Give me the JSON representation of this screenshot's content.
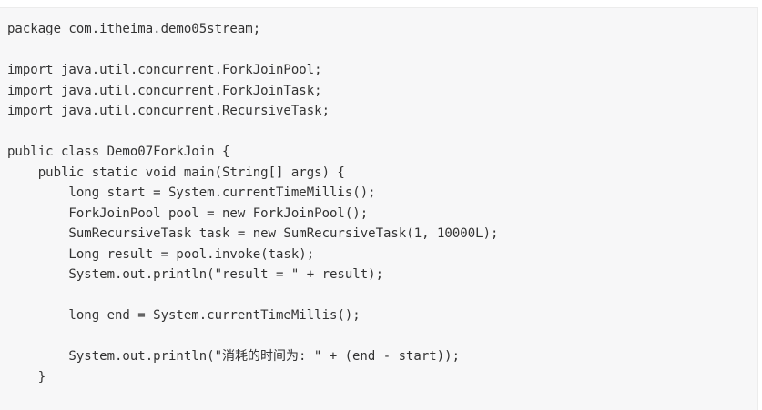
{
  "code": {
    "lines": [
      "package com.itheima.demo05stream;",
      "",
      "import java.util.concurrent.ForkJoinPool;",
      "import java.util.concurrent.ForkJoinTask;",
      "import java.util.concurrent.RecursiveTask;",
      "",
      "public class Demo07ForkJoin {",
      "    public static void main(String[] args) {",
      "        long start = System.currentTimeMillis();",
      "        ForkJoinPool pool = new ForkJoinPool();",
      "        SumRecursiveTask task = new SumRecursiveTask(1, 10000L);",
      "        Long result = pool.invoke(task);",
      "        System.out.println(\"result = \" + result);",
      "",
      "        long end = System.currentTimeMillis();",
      "",
      "        System.out.println(\"消耗的时间为: \" + (end - start));",
      "    }"
    ]
  }
}
